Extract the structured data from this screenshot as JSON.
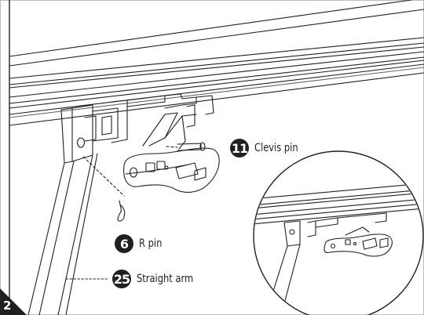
{
  "step": {
    "number": "2"
  },
  "callouts": [
    {
      "number": "11",
      "label": "Clevis pin"
    },
    {
      "number": "6",
      "label": "R pin"
    },
    {
      "number": "25",
      "label": "Straight arm"
    }
  ]
}
